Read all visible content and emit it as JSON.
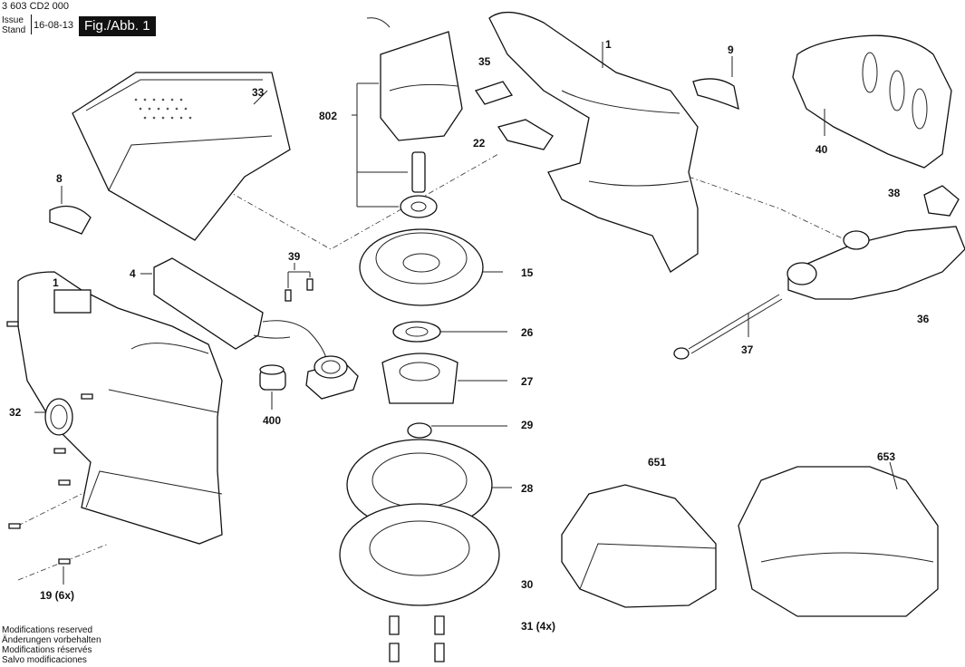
{
  "header": {
    "doc_number": "3 603 CD2 000",
    "issue_label_1": "Issue",
    "issue_label_2": "Stand",
    "date": "16-08-13",
    "figure": "Fig./Abb. 1"
  },
  "parts": {
    "p1_top": "1",
    "p1_left": "1",
    "p4": "4",
    "p8": "8",
    "p9": "9",
    "p15": "15",
    "p19": "19 (6x)",
    "p22": "22",
    "p26": "26",
    "p27": "27",
    "p28": "28",
    "p29": "29",
    "p30": "30",
    "p31": "31 (4x)",
    "p32": "32",
    "p33": "33",
    "p35": "35",
    "p36": "36",
    "p37": "37",
    "p38": "38",
    "p39": "39",
    "p40": "40",
    "p400": "400",
    "p651": "651",
    "p653": "653",
    "p802": "802"
  },
  "footer": {
    "line1": "Modifications reserved",
    "line2": "Änderungen vorbehalten",
    "line3": "Modifications réservés",
    "line4": "Salvo modificaciones"
  }
}
